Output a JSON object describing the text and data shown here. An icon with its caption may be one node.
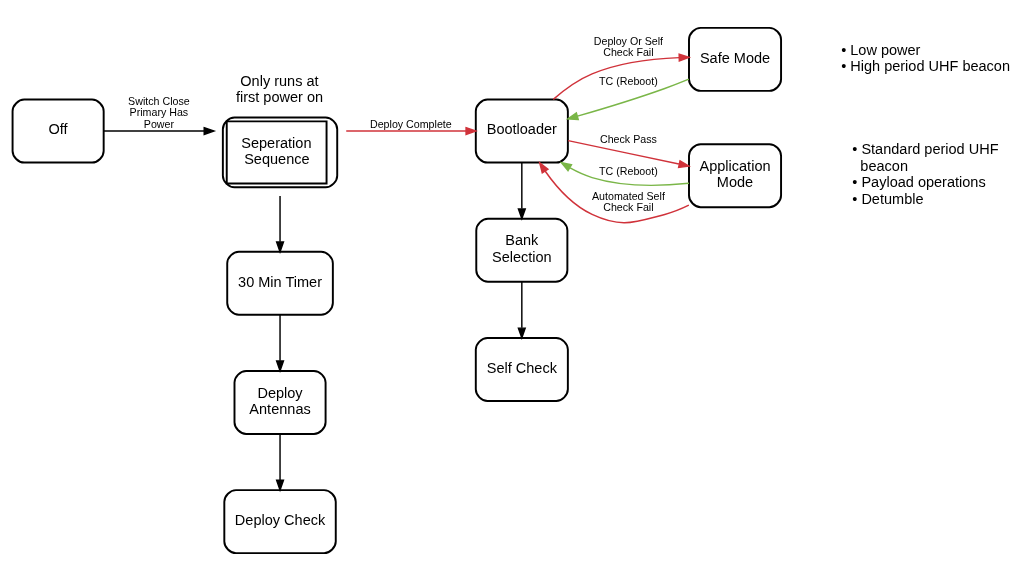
{
  "diagram": {
    "nodes": [
      {
        "text": [
          "Off"
        ]
      },
      {
        "text": [
          "Seperation Sequence"
        ],
        "beside": [
          "Only runs at first power on"
        ]
      },
      {
        "text": [
          "30 Min Timer"
        ]
      },
      {
        "text": [
          "Deploy Antennas"
        ]
      },
      {
        "text": [
          "Deploy Check"
        ]
      },
      {
        "text": [
          "Bootloader"
        ]
      },
      {
        "text": [
          "Bank Selection"
        ]
      },
      {
        "text": [
          "Self Check"
        ]
      },
      {
        "text": [
          "Safe Mode"
        ],
        "beside": [
          "• Low power",
          "• High period UHF beacon"
        ]
      },
      {
        "text": [
          "Application Mode"
        ],
        "beside": [
          "• Standard period UHF beacon",
          "• Payload operations",
          "• Detumble"
        ]
      }
    ],
    "edges": [
      {
        "from": 0,
        "to": 1,
        "arrow": "to",
        "label": "Switch Close Primary Has Power"
      },
      {
        "from": 1,
        "to": 5,
        "arrow": "to",
        "label": "Deploy Complete",
        "color": "#d0323a"
      },
      {
        "from": 1,
        "to": 2,
        "arrow": "to"
      },
      {
        "from": 2,
        "to": 3,
        "arrow": "to"
      },
      {
        "from": 3,
        "to": 4,
        "arrow": "to"
      },
      {
        "from": 5,
        "to": 6,
        "arrow": "to"
      },
      {
        "from": 6,
        "to": 7,
        "arrow": "to"
      },
      {
        "from": 5,
        "to": 8,
        "arrow": "to",
        "label": "Deploy Or Self Check Fail",
        "color": "#d0323a"
      },
      {
        "from": 8,
        "to": 5,
        "arrow": "to",
        "label": "TC (Reboot)",
        "color": "#7ab648"
      },
      {
        "from": 5,
        "to": 9,
        "arrow": "to",
        "label": "Check Pass",
        "color": "#d0323a"
      },
      {
        "from": 9,
        "to": 5,
        "arrow": "to",
        "label": "TC (Reboot)",
        "color": "#7ab648"
      },
      {
        "from": 9,
        "to": 5,
        "arrow": "to",
        "label": "Automated Self Check Fail",
        "color": "#d0323a"
      }
    ]
  }
}
